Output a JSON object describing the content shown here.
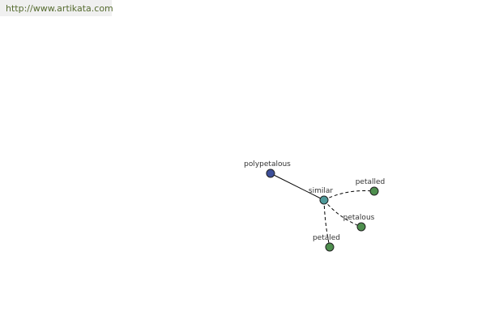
{
  "site": {
    "url_text": "http://www.artikata.com"
  },
  "graph": {
    "nodes": [
      {
        "id": "polypetalous",
        "label": "polypetalous",
        "role": "source",
        "color": "#3d4f99"
      },
      {
        "id": "similar",
        "label": "similar",
        "role": "relation",
        "color": "#4e9a9a"
      },
      {
        "id": "petalled",
        "label": "petalled",
        "role": "term",
        "color": "#4e8f4e"
      },
      {
        "id": "petalous",
        "label": "petalous",
        "role": "term",
        "color": "#4e8f4e"
      },
      {
        "id": "petaled",
        "label": "petaled",
        "role": "term",
        "color": "#4e8f4e"
      }
    ],
    "edges": [
      {
        "from": "polypetalous",
        "to": "similar",
        "style": "solid"
      },
      {
        "from": "similar",
        "to": "petalled",
        "style": "dashed"
      },
      {
        "from": "similar",
        "to": "petalous",
        "style": "dashed"
      },
      {
        "from": "similar",
        "to": "petaled",
        "style": "dashed"
      }
    ]
  }
}
